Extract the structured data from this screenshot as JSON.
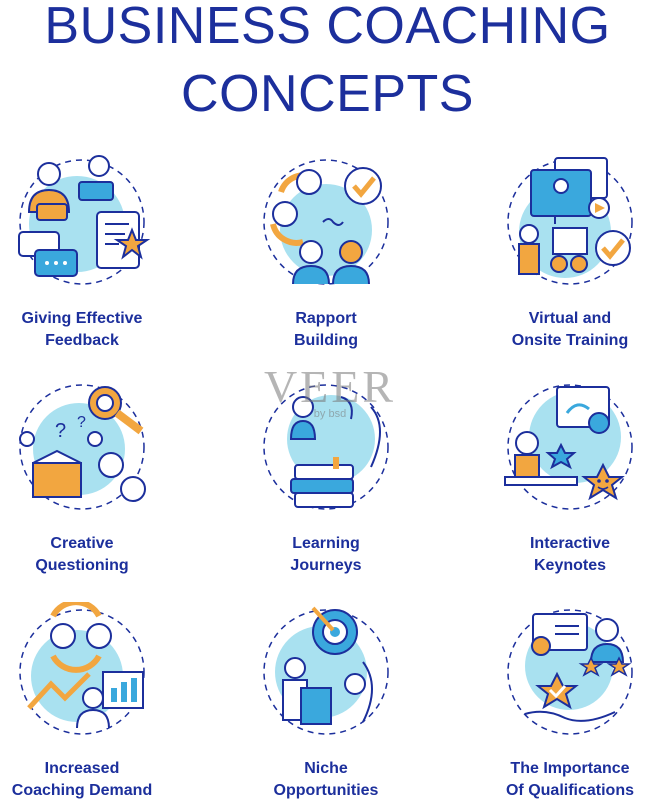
{
  "title": {
    "line1": "BUSINESS COACHING",
    "line2": "CONCEPTS"
  },
  "colors": {
    "navy": "#1c2f9c",
    "orange": "#f2a640",
    "light_blue": "#a9e1f0",
    "blue": "#3aa8dd",
    "outline": "#1c2f9c"
  },
  "watermark": {
    "brand": "VEER",
    "credit": "by bsd"
  },
  "concepts": [
    {
      "line1": "Giving Effective",
      "line2": "Feedback",
      "icon": "feedback-icon"
    },
    {
      "line1": "Rapport",
      "line2": "Building",
      "icon": "rapport-icon"
    },
    {
      "line1": "Virtual and",
      "line2": "Onsite Training",
      "icon": "training-icon"
    },
    {
      "line1": "Creative",
      "line2": "Questioning",
      "icon": "questioning-icon"
    },
    {
      "line1": "Learning",
      "line2": "Journeys",
      "icon": "journeys-icon"
    },
    {
      "line1": "Interactive",
      "line2": "Keynotes",
      "icon": "keynotes-icon"
    },
    {
      "line1": "Increased",
      "line2": "Coaching Demand",
      "icon": "demand-icon"
    },
    {
      "line1": "Niche",
      "line2": "Opportunities",
      "icon": "niche-icon"
    },
    {
      "line1": "The Importance",
      "line2": "Of Qualifications",
      "icon": "qualifications-icon"
    }
  ]
}
